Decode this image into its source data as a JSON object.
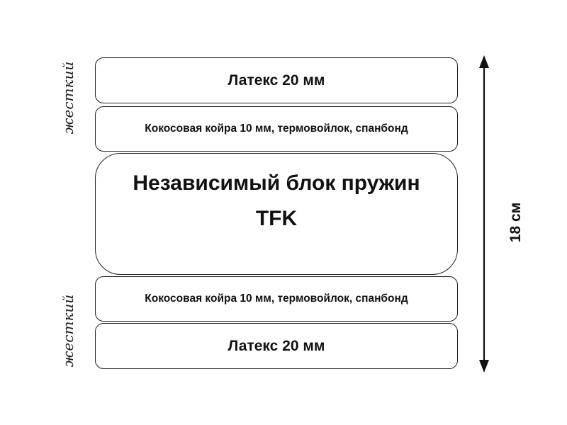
{
  "layers": {
    "latex_top": "Латекс 20 мм",
    "coir_top": "Кокосовая койра 10 мм, термовойлок, спанбонд",
    "spring_block": {
      "line1": "Независимый блок пружин",
      "line2": "TFK"
    },
    "coir_bottom": "Кокосовая койра 10 мм, термовойлок, спанбонд",
    "latex_bottom": "Латекс 20 мм"
  },
  "side_labels": {
    "top": "жесткий",
    "bottom": "жесткий"
  },
  "dimension": {
    "height": "18 см"
  }
}
